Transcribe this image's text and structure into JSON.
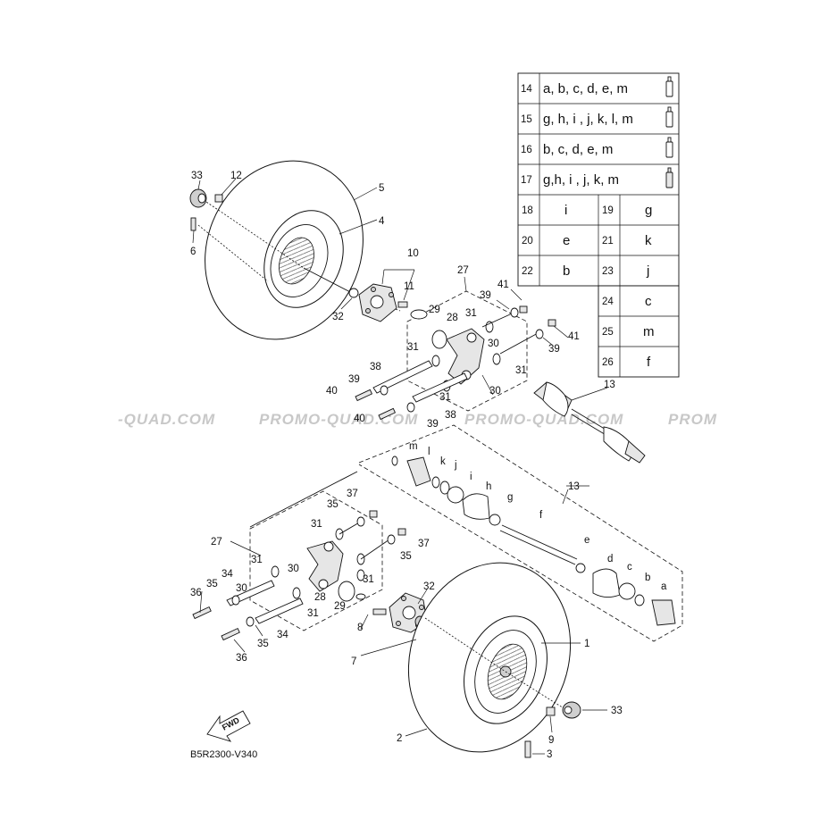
{
  "diagram_code": "B5R2300-V340",
  "fwd_label": "FWD",
  "watermarks": [
    "-QUAD.COM",
    "PROMO-QUAD.COM",
    "PROMO-QUAD.COM",
    "PROM"
  ],
  "legend": {
    "grease_rows": [
      {
        "no": "14",
        "parts": "a, b, c, d, e, m"
      },
      {
        "no": "15",
        "parts": "g, h, i , j, k, l, m"
      },
      {
        "no": "16",
        "parts": "b, c, d, e, m"
      },
      {
        "no": "17",
        "parts": "g,h, i , j, k, m"
      }
    ],
    "pair_rows_left": [
      {
        "no": "18",
        "letter": "i"
      },
      {
        "no": "20",
        "letter": "e"
      },
      {
        "no": "22",
        "letter": "b"
      }
    ],
    "pair_rows_right": [
      {
        "no": "19",
        "letter": "g"
      },
      {
        "no": "21",
        "letter": "k"
      },
      {
        "no": "23",
        "letter": "j"
      },
      {
        "no": "24",
        "letter": "c"
      },
      {
        "no": "25",
        "letter": "m"
      },
      {
        "no": "26",
        "letter": "f"
      }
    ]
  },
  "callouts": {
    "c33a": "33",
    "c12": "12",
    "c5": "5",
    "c4": "4",
    "c6": "6",
    "c10": "10",
    "c11": "11",
    "c32a": "32",
    "c27a": "27",
    "c39a": "39",
    "c41a": "41",
    "c29a": "29",
    "c28a": "28",
    "c31a": "31",
    "c31b": "31",
    "c31c": "31",
    "c31d": "31",
    "c30a": "30",
    "c30b": "30",
    "c39b": "39",
    "c41b": "41",
    "c38a": "38",
    "c39c": "39",
    "c40a": "40",
    "c40b": "40",
    "c38b": "38",
    "c39d": "39",
    "c13a": "13",
    "cm": "m",
    "cl": "l",
    "ck": "k",
    "cj": "j",
    "ci": "i",
    "ch": "h",
    "cg": "g",
    "cf": "f",
    "ce": "e",
    "cd": "d",
    "cc": "c",
    "cb": "b",
    "ca": "a",
    "c13b": "13",
    "c37a": "37",
    "c35a": "35",
    "c31e": "31",
    "c27b": "27",
    "c37b": "37",
    "c35b": "35",
    "c31f": "31",
    "c30c": "30",
    "c34a": "34",
    "c30d": "30",
    "c35c": "35",
    "c36a": "36",
    "c31g": "31",
    "c31h": "31",
    "c28b": "28",
    "c29b": "29",
    "c32b": "32",
    "c8": "8",
    "c7": "7",
    "c34b": "34",
    "c35d": "35",
    "c36b": "36",
    "c1": "1",
    "c33b": "33",
    "c9": "9",
    "c2": "2",
    "c3": "3"
  }
}
